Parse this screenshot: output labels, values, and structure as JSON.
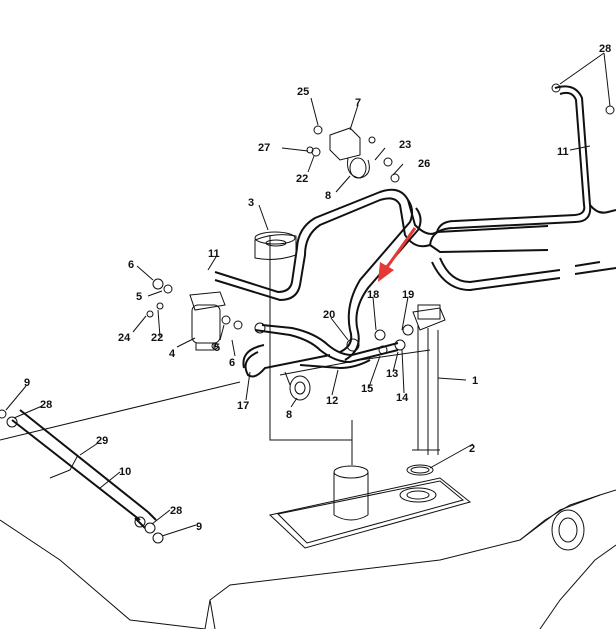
{
  "diagram": {
    "labels": {
      "p1": "1",
      "p2": "2",
      "p3": "3",
      "p4": "4",
      "p5a": "5",
      "p5b": "5",
      "p6a": "6",
      "p6b": "6",
      "p7": "7",
      "p8a": "8",
      "p8b": "8",
      "p9a": "9",
      "p9b": "9",
      "p10": "10",
      "p11a": "11",
      "p11b": "11",
      "p12": "12",
      "p13": "13",
      "p14": "14",
      "p15": "15",
      "p17": "17",
      "p18": "18",
      "p19": "19",
      "p20": "20",
      "p22a": "22",
      "p22b": "22",
      "p23": "23",
      "p24": "24",
      "p25": "25",
      "p26": "26",
      "p27": "27",
      "p28a": "28",
      "p28b": "28",
      "p28c": "28",
      "p29": "29"
    },
    "arrow_color": "#e53935"
  }
}
